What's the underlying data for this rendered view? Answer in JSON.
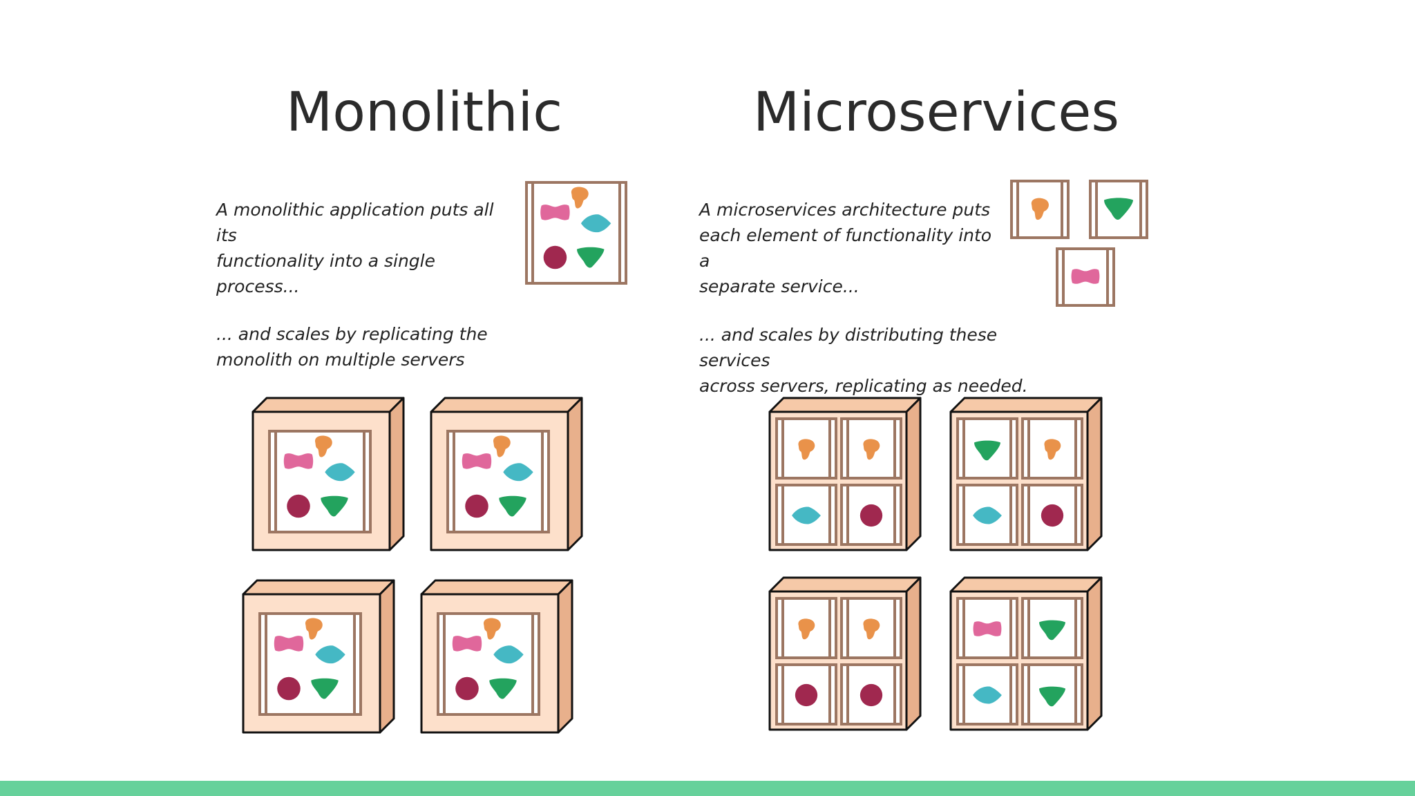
{
  "monolithic": {
    "title": "Monolithic",
    "caption_1": "A monolithic application puts all its\nfunctionality into a single process...",
    "caption_2": "... and scales by replicating the\nmonolith on multiple servers"
  },
  "microservices": {
    "title": "Microservices",
    "caption_1": "A microservices architecture puts\neach element of functionality into a\nseparate service...",
    "caption_2": "... and scales by distributing these services\nacross servers, replicating as needed."
  },
  "colors": {
    "orange": "#e9924a",
    "pink": "#e0679b",
    "teal": "#45b8c4",
    "maroon": "#a0284f",
    "green": "#23a35e",
    "frame": "#9c7662",
    "server_face": "#fde0cb",
    "bottom_bar": "#66d19b"
  }
}
